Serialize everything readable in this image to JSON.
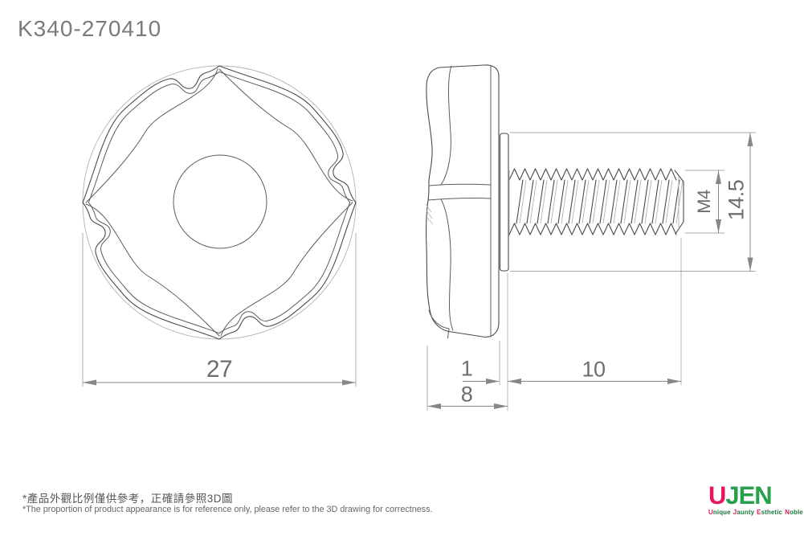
{
  "title": "K340-270410",
  "dimensions": {
    "knob_diameter": "27",
    "flange_thickness": "1",
    "thread_length": "10",
    "knob_width": "8",
    "thread_size": "M4",
    "overall_length": "14.5"
  },
  "notes": {
    "zh": "*產品外觀比例僅供參考，正確請參照3D圖",
    "en": "*The proportion of product appearance is for reference only, please refer to the 3D drawing for correctness."
  },
  "logo": {
    "mark_u": "U",
    "mark_jen": "JEN",
    "tagline": [
      {
        "i": "U",
        "rest": "nique"
      },
      {
        "i": "J",
        "rest": "aunty"
      },
      {
        "i": "E",
        "rest": "sthetic"
      },
      {
        "i": "N",
        "rest": "oble"
      }
    ]
  },
  "colors": {
    "line_dark": "#4a4a4a",
    "line_mid": "#5c5c5c",
    "line_light": "#b3b3b3",
    "dim_line": "#878787",
    "ext_line": "#aaaaaa",
    "logo_pink": "#e5175a",
    "logo_green": "#27a14b",
    "tagline_green": "#1f7a40"
  }
}
